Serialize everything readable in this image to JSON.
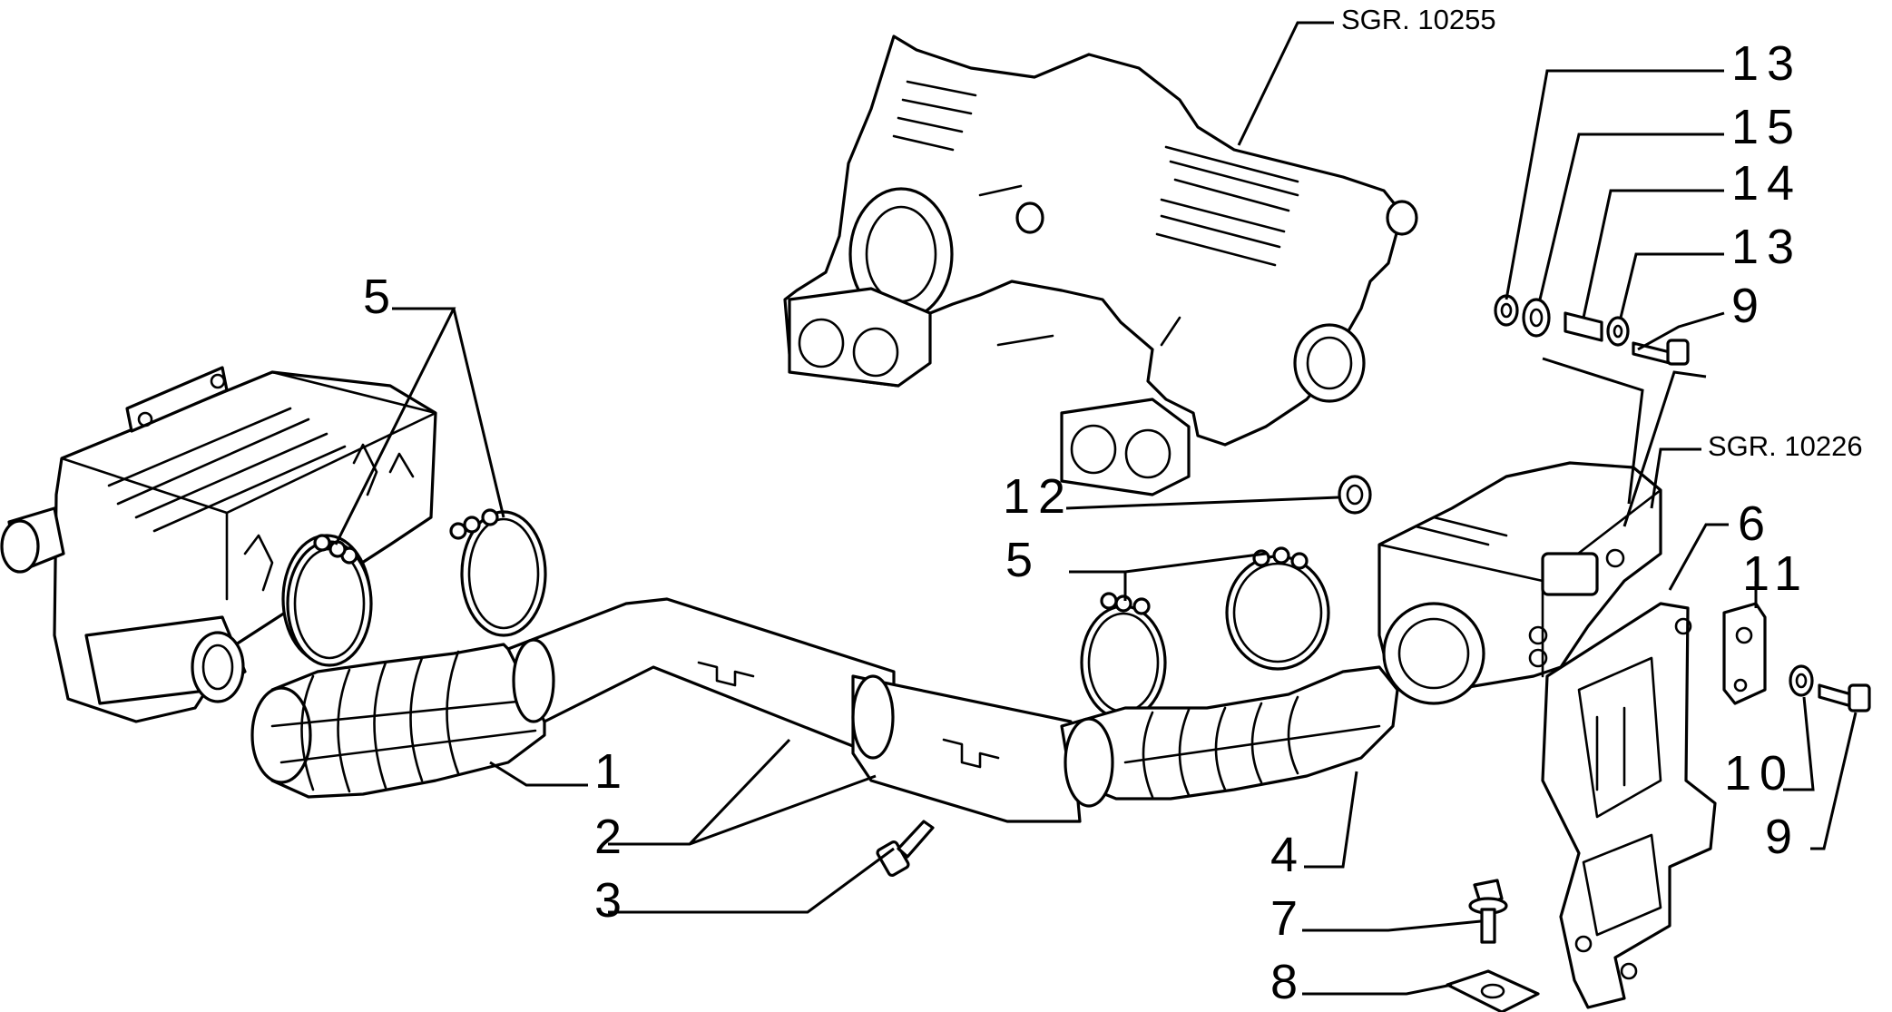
{
  "references": {
    "sgr_top": "SGR. 10255",
    "sgr_right": "SGR. 10226"
  },
  "callouts": {
    "c13a": "13",
    "c15": "15",
    "c14": "14",
    "c13b": "13",
    "c9a": "9",
    "c5a": "5",
    "c12": "12",
    "c5b": "5",
    "c6": "6",
    "c11": "11",
    "c1": "1",
    "c2": "2",
    "c3": "3",
    "c4": "4",
    "c7": "7",
    "c8": "8",
    "c10": "10",
    "c9b": "9"
  }
}
